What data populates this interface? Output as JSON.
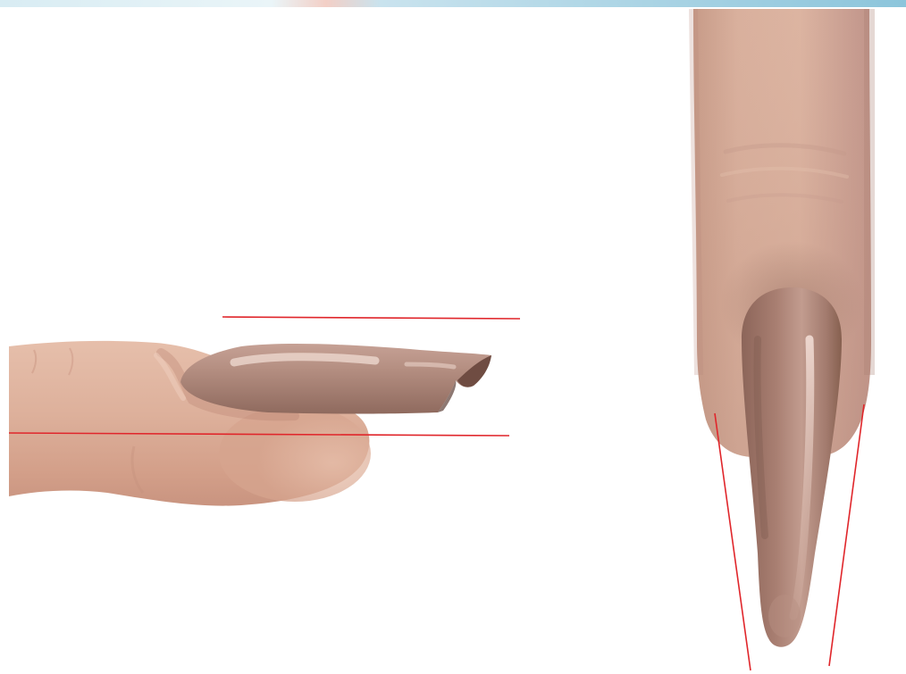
{
  "scene": {
    "views": [
      "side-view",
      "front-view"
    ],
    "subject": "stiletto-nail-illustration"
  },
  "colors": {
    "background": "#ffffff",
    "skin_light": "#e2b8a3",
    "skin_mid": "#d6a690",
    "skin_shadow": "#bf8f7a",
    "nail_light": "#c9a497",
    "nail_mid": "#a67e71",
    "nail_dark": "#7e5a4f",
    "guide_line": "#e0262b",
    "top_strip_blue": "#a9d4e4",
    "top_strip_pink": "#f2c7c0"
  }
}
